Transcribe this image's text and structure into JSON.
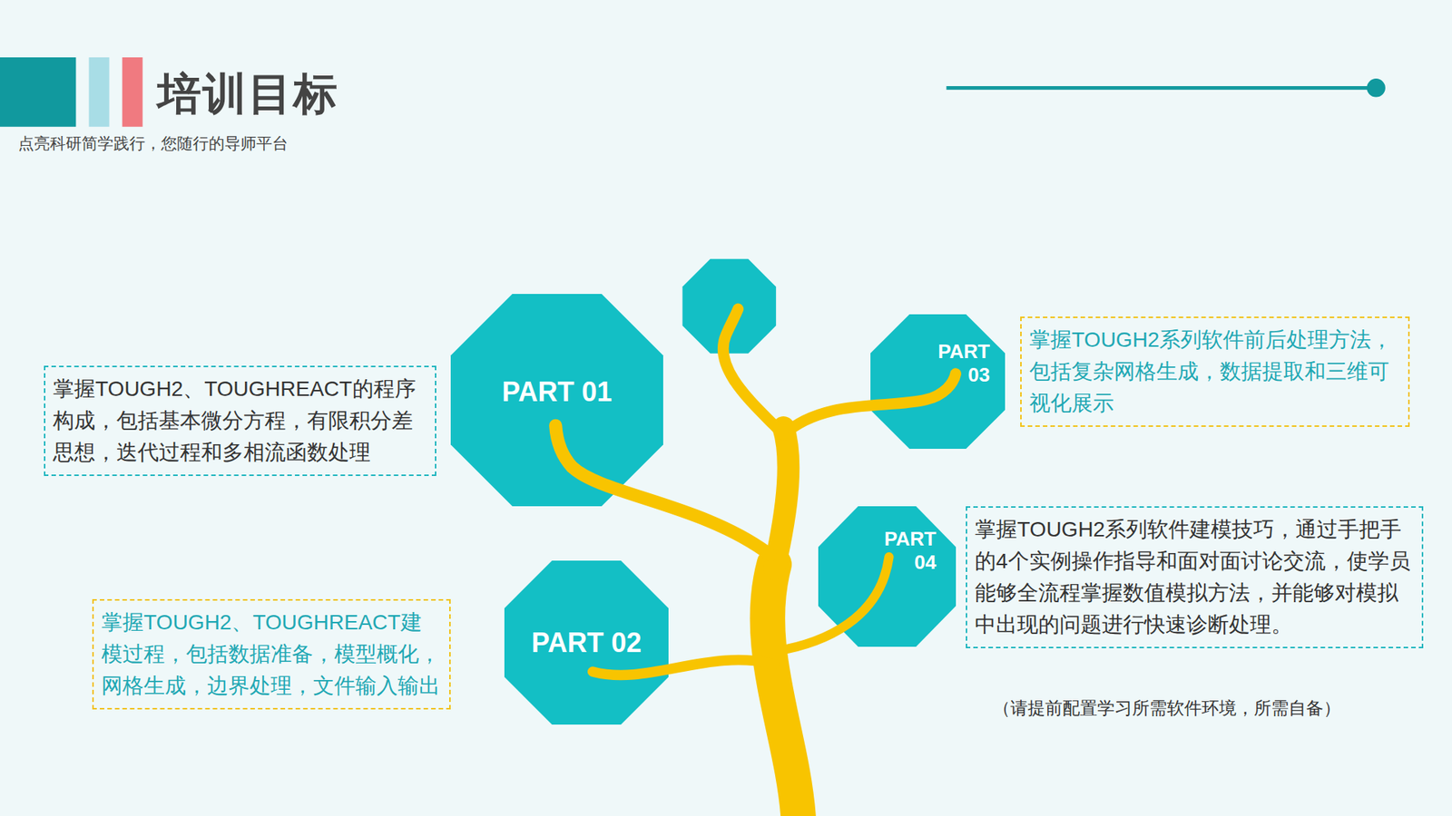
{
  "diagram": {
    "title": "培训目标",
    "nodes": [
      {
        "text": [
          "PART 01"
        ]
      },
      {
        "text": [
          "掌握TOUGH2、TOUGHREACT的程序构成，包括基本微分方程，有限积分差思想，迭代过程和多相流函数处理"
        ]
      },
      {
        "text": [
          "PART 02"
        ]
      },
      {
        "text": [
          "掌握TOUGH2、TOUGHREACT建模过程，包括数据准备，模型概化，网格生成，边界处理，文件输入输出"
        ]
      },
      {
        "text": [
          "PART 03"
        ]
      },
      {
        "text": [
          "掌握TOUGH2系列软件前后处理方法，包括复杂网格生成，数据提取和三维可视化展示"
        ]
      },
      {
        "text": [
          "PART 04"
        ]
      },
      {
        "text": [
          "掌握TOUGH2系列软件建模技巧，通过手把手的4个实例操作指导和面对面讨论交流，使学员能够全流程掌握数值模拟方法，并能够对模拟中出现的问题进行快速诊断处理。"
        ]
      }
    ],
    "labels": [
      "点亮科研简学践行，您随行的导师平台",
      "（请提前配置学习所需软件环境，所需自备）"
    ]
  }
}
